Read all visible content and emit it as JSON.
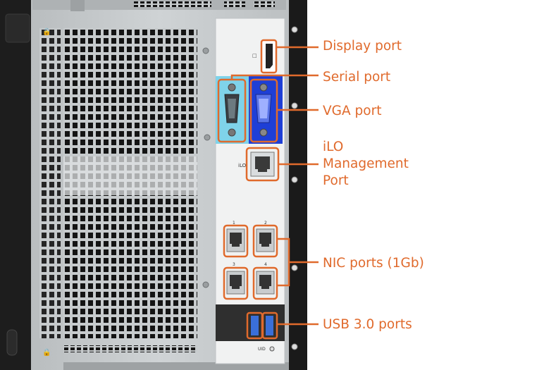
{
  "callouts": {
    "display_port": "Display port",
    "serial_port": "Serial port",
    "vga_port": "VGA port",
    "ilo_port": "iLO\nManagement\nPort",
    "nic_ports": "NIC ports (1Gb)",
    "usb_ports": "USB 3.0 ports"
  },
  "panel_marks": {
    "ilo": "iLO",
    "uid": "UID",
    "nic1": "1",
    "nic2": "2",
    "nic3": "3",
    "nic4": "4"
  },
  "colors": {
    "callout": "#e06a2c",
    "vga_highlight": "#1e3fd6",
    "serial_highlight": "#7fd3ea"
  }
}
